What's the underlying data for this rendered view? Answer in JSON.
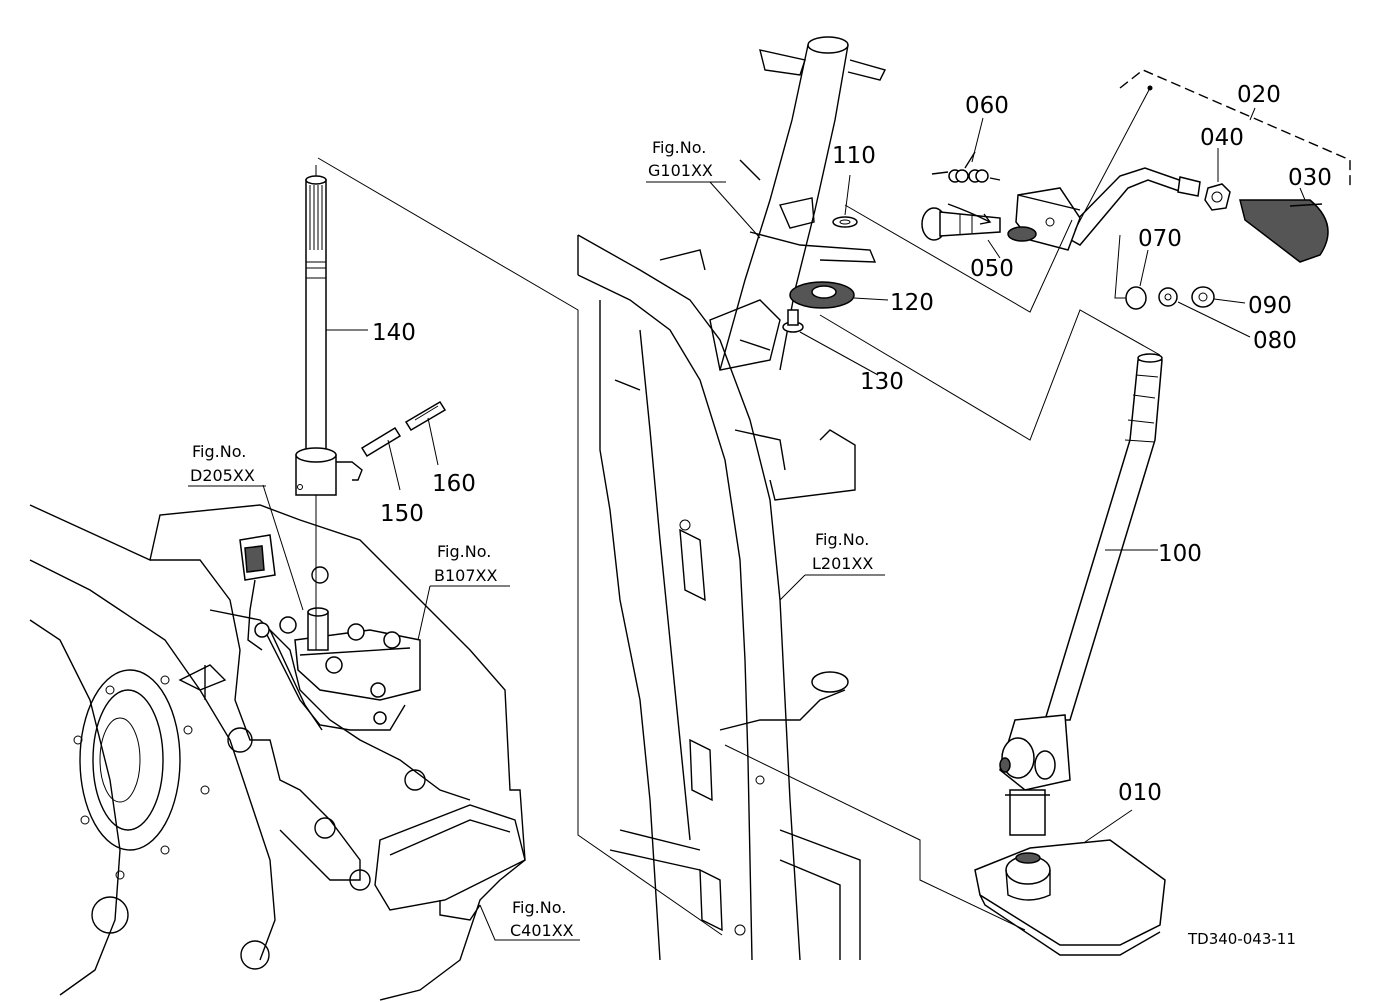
{
  "parts": {
    "p010": "010",
    "p020": "020",
    "p030": "030",
    "p040": "040",
    "p050": "050",
    "p060": "060",
    "p070": "070",
    "p080": "080",
    "p090": "090",
    "p100": "100",
    "p110": "110",
    "p120": "120",
    "p130": "130",
    "p140": "140",
    "p150": "150",
    "p160": "160"
  },
  "figure_refs": {
    "g101": {
      "caption": "Fig.No.",
      "code": "G101XX"
    },
    "d205": {
      "caption": "Fig.No.",
      "code": "D205XX"
    },
    "b107": {
      "caption": "Fig.No.",
      "code": "B107XX"
    },
    "l201": {
      "caption": "Fig.No.",
      "code": "L201XX"
    },
    "c401": {
      "caption": "Fig.No.",
      "code": "C401XX"
    }
  },
  "drawing_code": "TD340-043-11"
}
